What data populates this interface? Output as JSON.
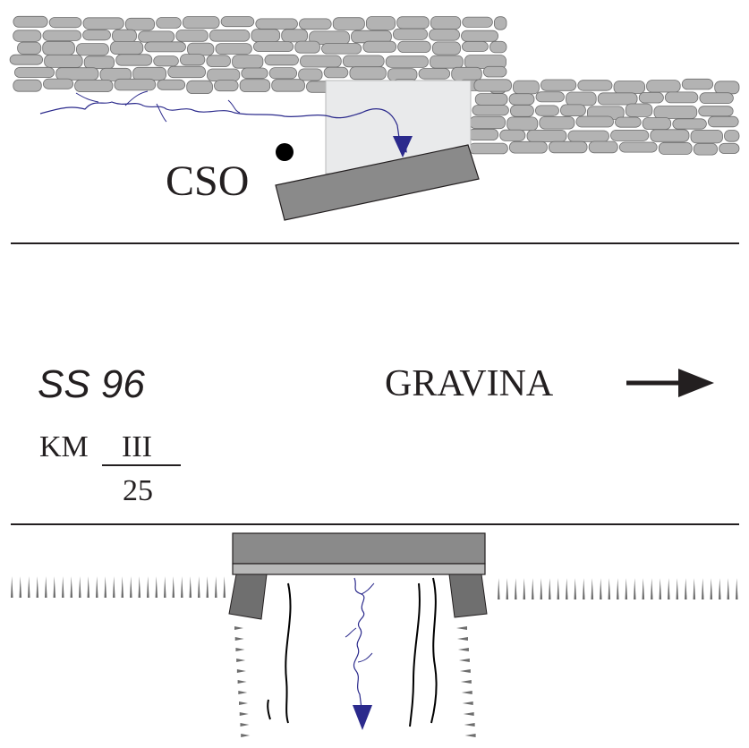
{
  "labels": {
    "cso": "CSO",
    "road": "SS 96",
    "km_prefix": "KM",
    "km_numerator": "III",
    "km_denominator": "25",
    "destination": "GRAVINA"
  },
  "colors": {
    "stone_fill": "#b3b3b3",
    "stone_stroke": "#6d6d6d",
    "slab": "#8a8a8a",
    "slab_light": "#b8b8b8",
    "water": "#2b2a8c",
    "ink": "#231f20",
    "fill_box": "#e9eaeb"
  },
  "icons": {
    "water_arrow_top": "arrow-down-icon",
    "water_arrow_bottom": "arrow-down-icon",
    "direction": "arrow-right-icon",
    "marker": "dot-icon"
  }
}
